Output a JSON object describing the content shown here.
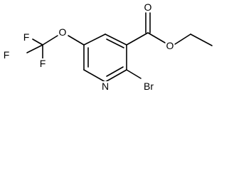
{
  "molecule": {
    "atoms": {
      "o_carbonyl": "O",
      "o_ester": "O",
      "o_ether": "O",
      "f_top": "F",
      "f_left": "F",
      "f_bottom": "F",
      "n_ring": "N",
      "br": "Br"
    },
    "bond_color": "#000000",
    "background": "#ffffff"
  }
}
